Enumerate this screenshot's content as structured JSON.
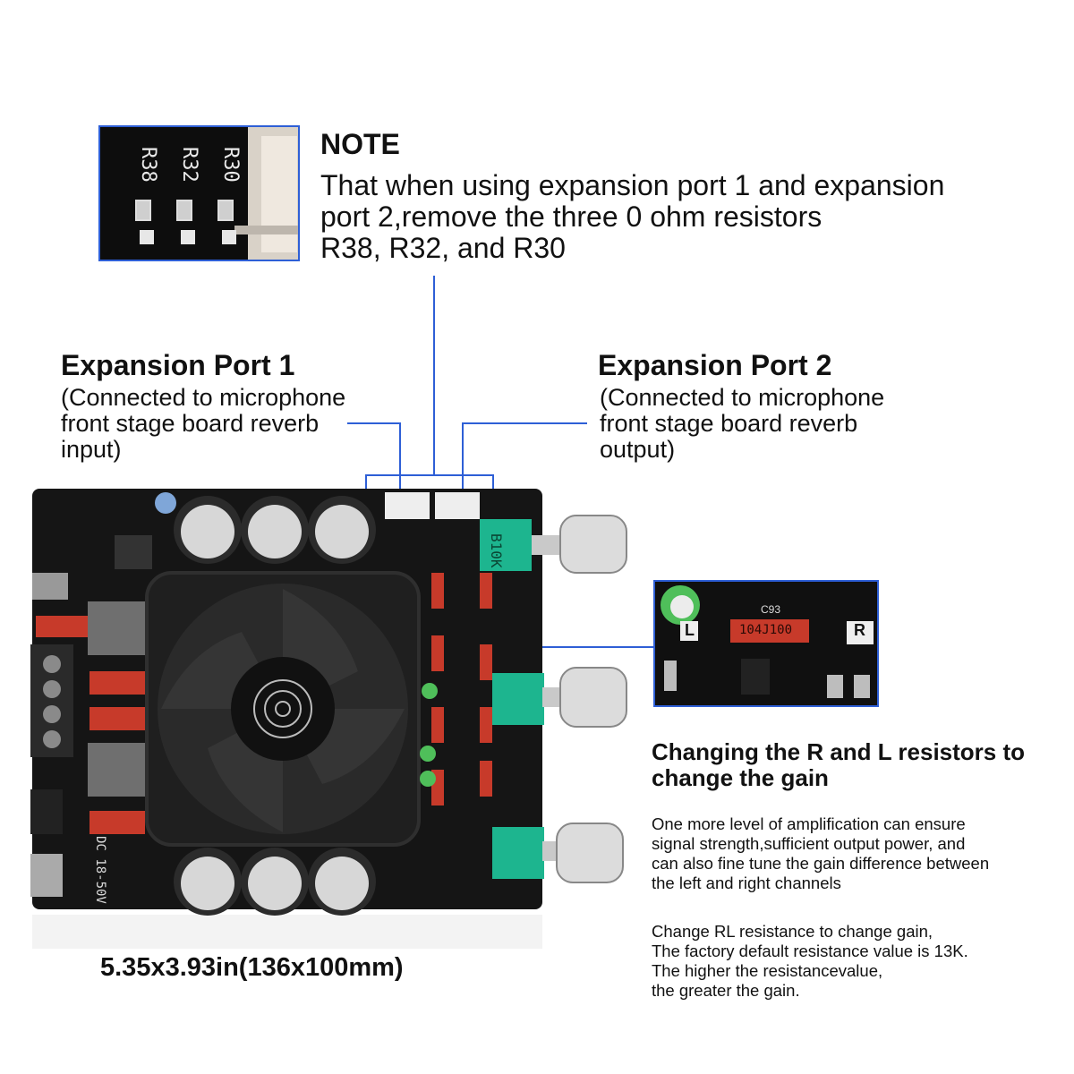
{
  "note": {
    "title": "NOTE",
    "lines": [
      "That when using expansion port 1 and expansion",
      "port 2,remove the three 0 ohm resistors",
      "R38, R32, and R30"
    ],
    "resistor_labels": [
      "R38",
      "R32",
      "R30"
    ]
  },
  "port1": {
    "title": "Expansion Port 1",
    "lines": [
      "(Connected to microphone",
      "front stage board reverb",
      "input)"
    ]
  },
  "port2": {
    "title": "Expansion Port 2",
    "lines": [
      "(Connected to microphone",
      "front stage board reverb",
      "output)"
    ]
  },
  "gain": {
    "title_lines": [
      "Changing the R and L resistors to",
      "change the gain"
    ],
    "para1": [
      "One more level of amplification can ensure",
      "signal strength,sufficient output power, and",
      "can also fine tune the gain difference between",
      "the left and right channels"
    ],
    "para2": [
      "Change RL resistance to change gain,",
      "The factory default resistance value is 13K.",
      "The higher the resistancevalue,",
      "the greater the gain."
    ],
    "zoom_labels": {
      "cap": "C93",
      "part": "104J100",
      "left": "L",
      "right": "R"
    }
  },
  "board": {
    "dimensions": "5.35x3.93in(136x100mm)",
    "pot_label": "B10K",
    "power_label": "DC 18-50V"
  },
  "colors": {
    "accent": "#2e5fd6",
    "pcb": "#151515",
    "pot": "#1db58f",
    "film_cap": "#c73a2a"
  }
}
